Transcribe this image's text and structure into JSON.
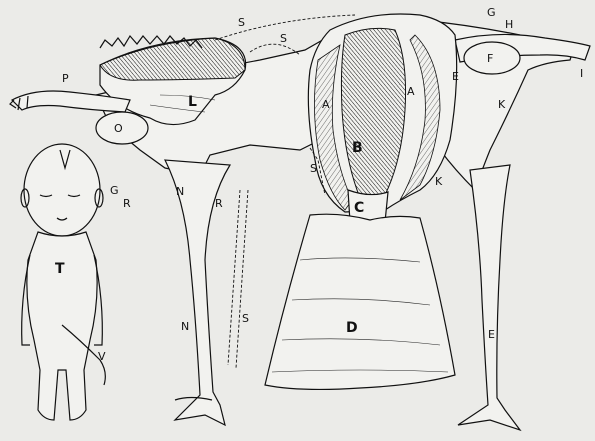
{
  "figure": {
    "labels": {
      "S": "S",
      "P": "P",
      "G": "G",
      "H": "H",
      "F": "F",
      "I": "I",
      "L": "L",
      "O": "O",
      "A": "A",
      "E": "E",
      "K": "K",
      "B": "B",
      "C": "C",
      "D": "D",
      "N": "N",
      "R": "R",
      "T": "T",
      "V": "V"
    }
  }
}
